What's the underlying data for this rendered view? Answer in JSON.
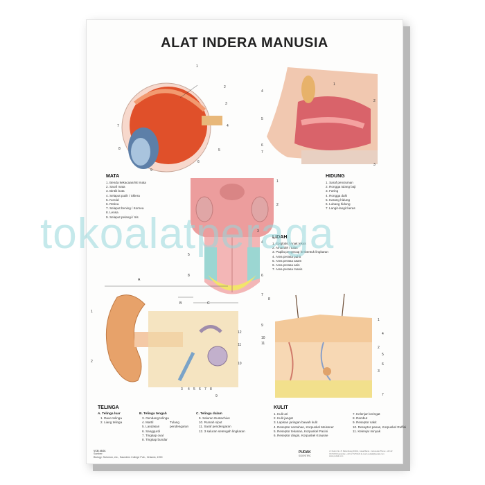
{
  "poster": {
    "title": "ALAT INDERA MANUSIA",
    "watermark": "tokoalatperaga",
    "code": "VCB 46/01",
    "source_label": "Sumber:",
    "source_text": "Biology: Solomon, etc., Saunders College Pub., Orlando, 1990",
    "brand": "PUDAK",
    "brand_sub": "SCIENTIFIC",
    "address": "Jl. Kulon No. 8, Palembang 30114, Jawa Barat - Indonesia Phone: +62 22 7271070 Facsimile: +62 22 7271321 E-mail: pudak@pudak.com www.pudak.com"
  },
  "mata": {
    "heading": "MATA",
    "items": [
      "1. Benda kekacaan/inti mata",
      "2. Saraf mata",
      "3. Bintik buta",
      "4. Selaput putih / Sklera",
      "5. Koroid",
      "6. Retina",
      "7. Selaput bening / Kornea",
      "8. Lensa",
      "9. Selaput pelangi / Iris"
    ],
    "callouts": [
      "1",
      "2",
      "3",
      "4",
      "5",
      "6",
      "7",
      "8",
      "9"
    ]
  },
  "hidung": {
    "heading": "HIDUNG",
    "items": [
      "1. Saraf penciuman",
      "2. Rongga tulang baji",
      "3. Faring",
      "4. Rongga dahi",
      "5. Karang hidung",
      "6. Lubang hidung",
      "7. Langit-langit keras"
    ],
    "callouts": [
      "1",
      "2",
      "3",
      "4",
      "5",
      "6",
      "7"
    ]
  },
  "lidah": {
    "heading": "LIDAH",
    "items": [
      "1. Epiglotis / Anak tekak",
      "2. Amandel / tulas",
      "3. Papila pengecap berbentuk lingkaran",
      "4. Area perasa pahit",
      "5. Area perasa asam",
      "6. Area perasa asin",
      "7. Area perasa manis"
    ],
    "callouts": [
      "1",
      "2",
      "3",
      "4",
      "5",
      "6",
      "7",
      "8"
    ]
  },
  "telinga": {
    "heading": "TELINGA",
    "luar_title": "A. Telinga luar",
    "luar_items": [
      "1. Daun telinga",
      "2. Liang telinga"
    ],
    "tengah_title": "B. Telinga tengah",
    "tengah_items": [
      "3. Gendang telinga",
      "4. Martil",
      "5. Landasan",
      "6. Sanggurdi",
      "7. Tingkap oval",
      "8. Tingkap bundar"
    ],
    "tulang_note": "Tulang pendengaran",
    "dalam_title": "C. Telinga dalam",
    "dalam_items": [
      "9. Saluran Eustachius",
      "10. Rumah siput",
      "11. Saraf pendengaran",
      "12. 3 saluran setengah lingkaran"
    ],
    "callouts": [
      "A",
      "B",
      "C",
      "1",
      "2",
      "3",
      "4",
      "5",
      "6",
      "7",
      "8",
      "9",
      "10",
      "11",
      "12"
    ]
  },
  "kulit": {
    "heading": "KULIT",
    "items_left": [
      "1. Kulit ari",
      "2. Kulit jangat",
      "3. Lapisan jaringan bawah kulit",
      "4. Reseptor sentuhan, Korpuskel Meissner",
      "5. Reseptor tekanan, Korpuskel Pacini",
      "6. Reseptor dingin, Korpuskel Krausse"
    ],
    "items_right": [
      "7. Kelenjar keringat",
      "8. Rambut",
      "9. Reseptor sakit",
      "10. Reseptor panas, Korpuskel Ruffini",
      "11. Kelenjar minyak"
    ],
    "callouts": [
      "1",
      "2",
      "3",
      "4",
      "5",
      "6",
      "7",
      "8",
      "9",
      "10",
      "11"
    ]
  },
  "colors": {
    "eye_red": "#e0502a",
    "tongue_pink": "#e99a9a",
    "skin_tan": "#f0c08a",
    "ear_skin": "#e7a26a",
    "watermark": "#96d7da"
  }
}
